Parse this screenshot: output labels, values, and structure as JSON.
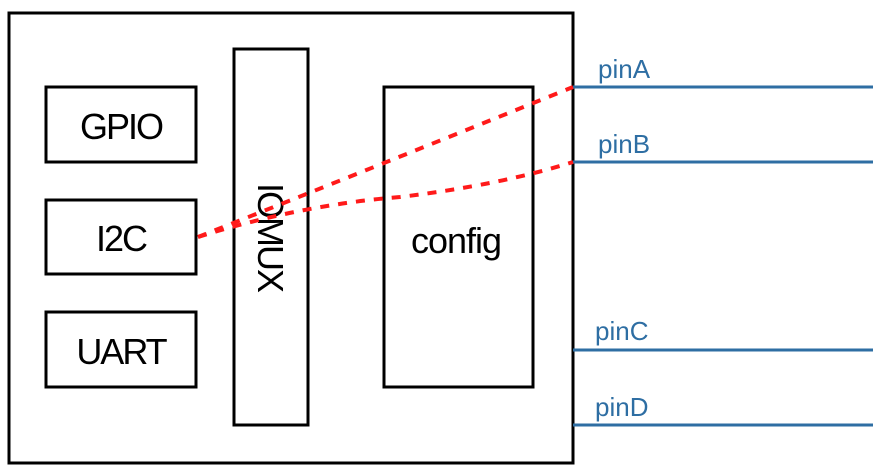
{
  "blocks": {
    "gpio": "GPIO",
    "i2c": "I2C",
    "uart": "UART",
    "iomux": "IOMUX",
    "config": "config"
  },
  "pins": [
    "pinA",
    "pinB",
    "pinC",
    "pinD"
  ],
  "colors": {
    "outline": "#000000",
    "pin": "#2e6ea3",
    "connection": "#ff1a1a"
  }
}
